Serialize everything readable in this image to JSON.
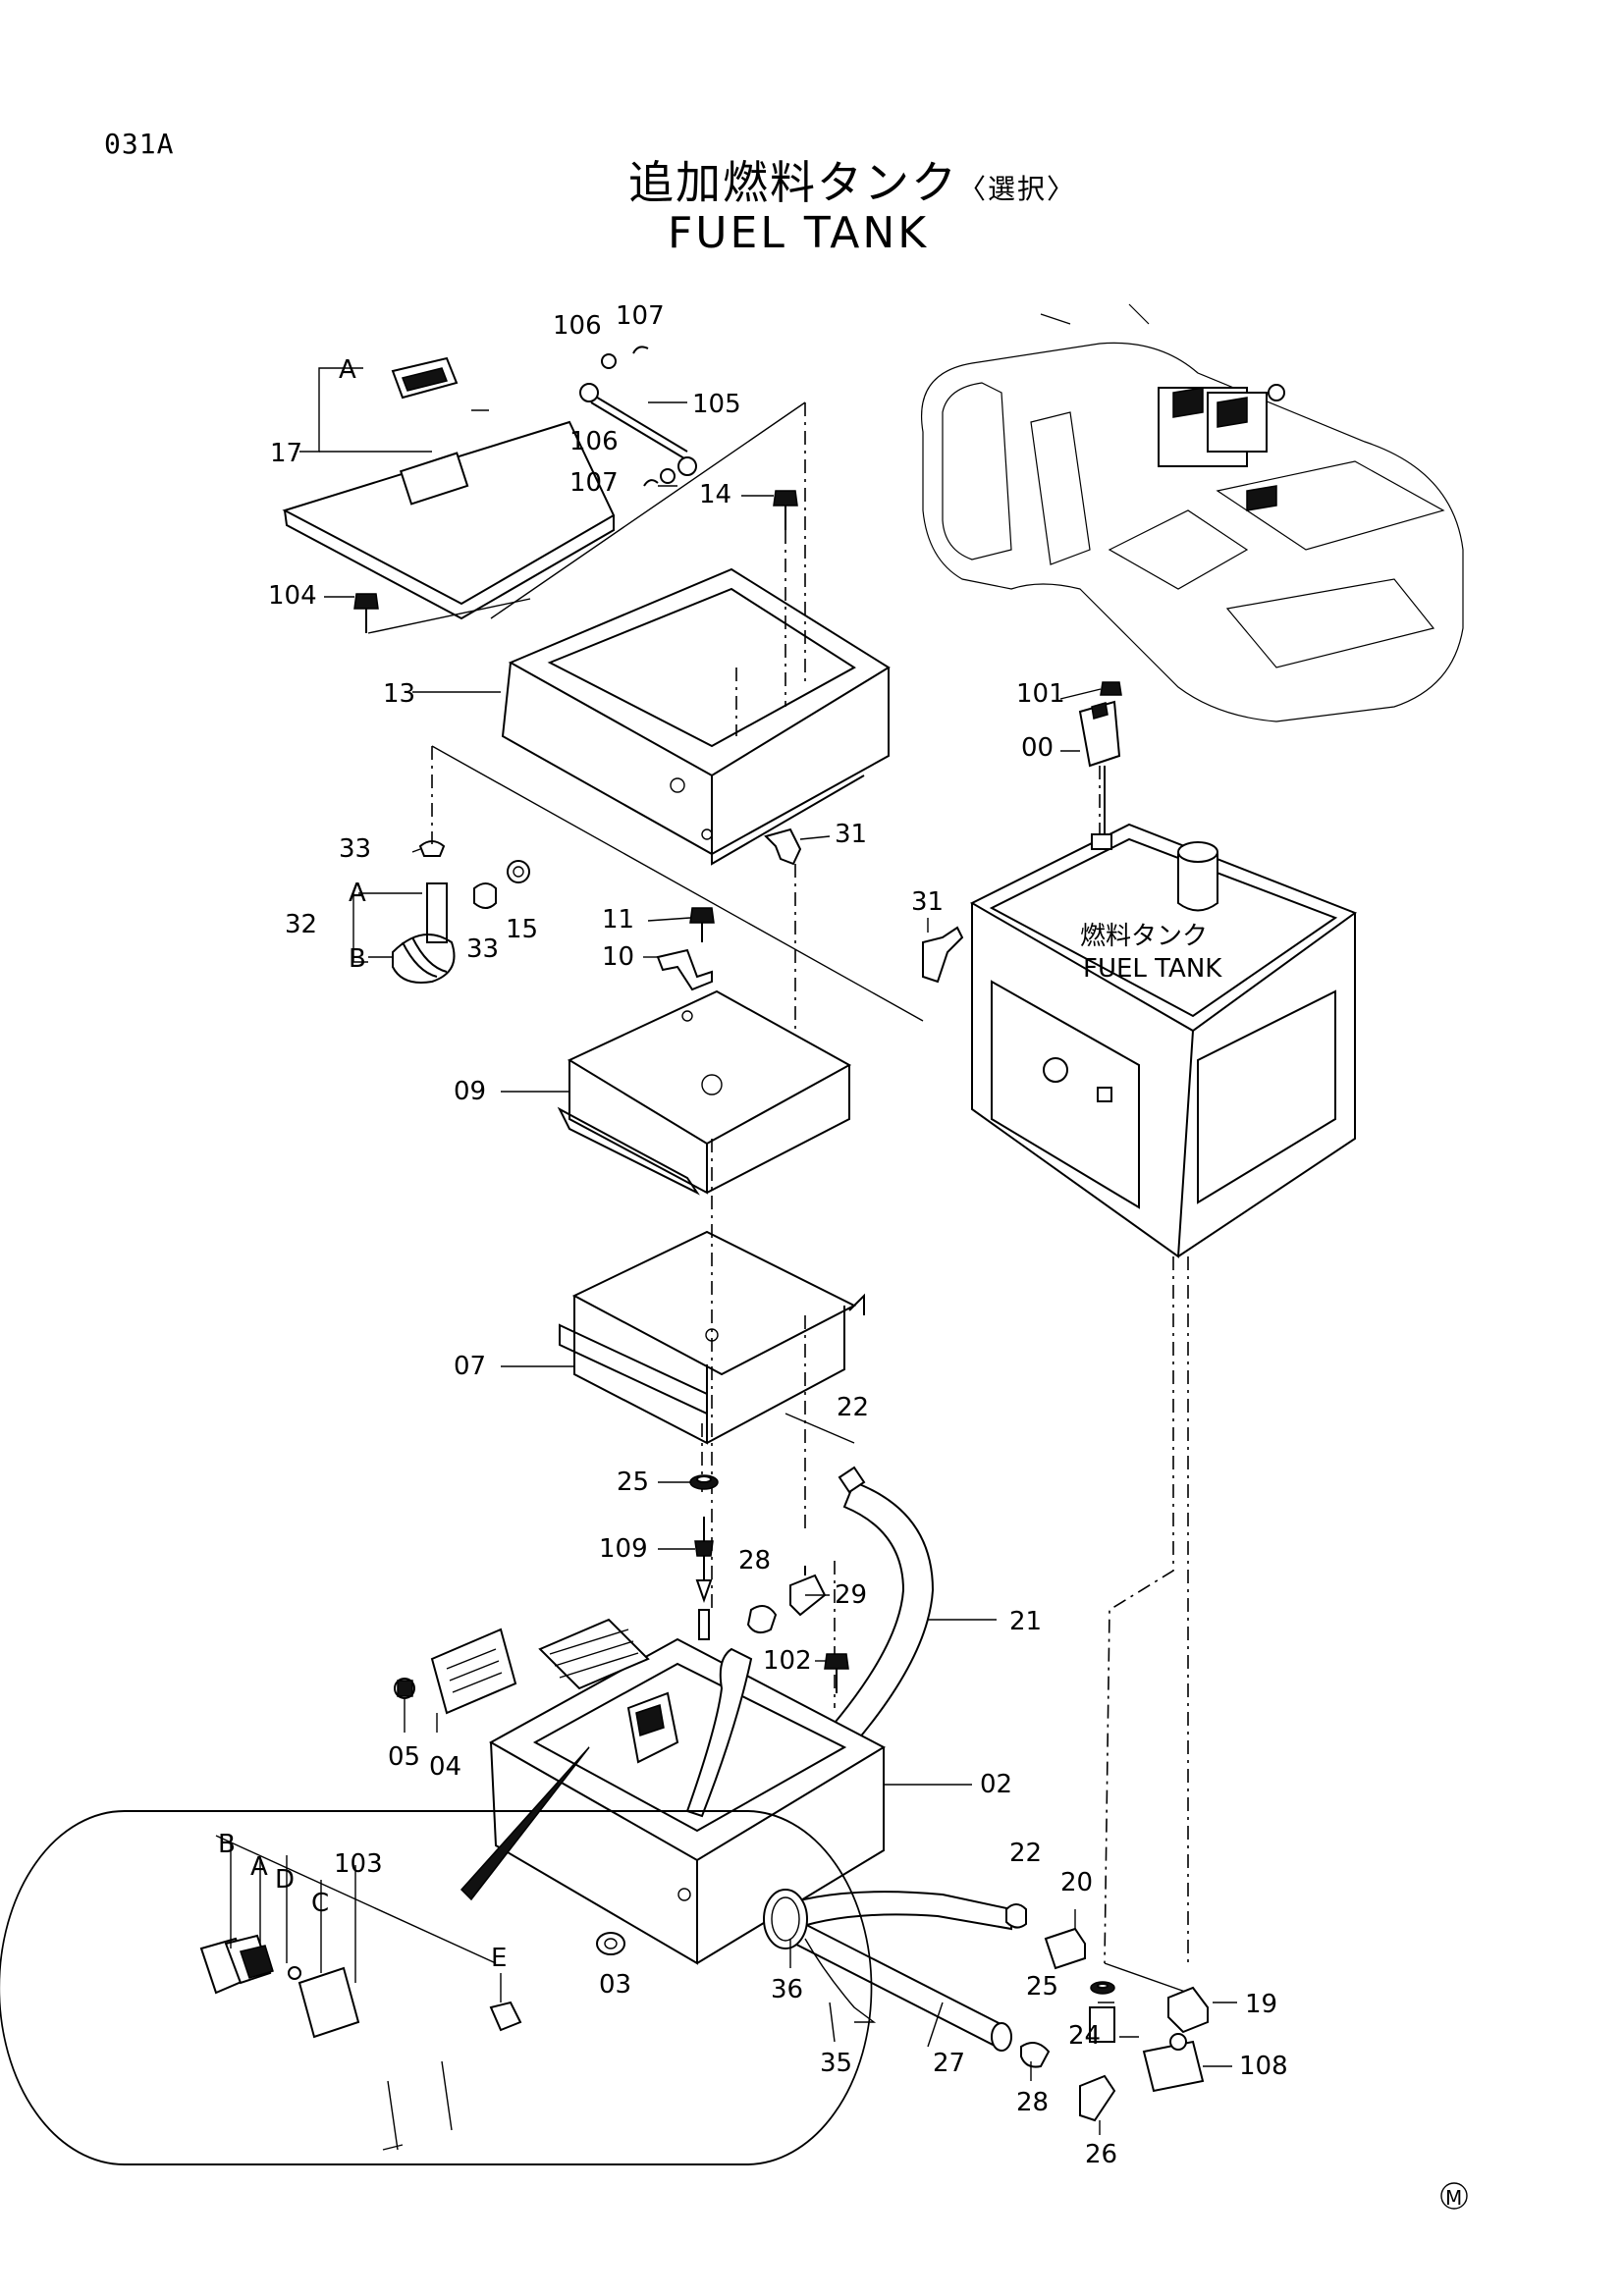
{
  "page_code": "031A",
  "title_jp": "追加燃料タンク",
  "title_option": "〈選択〉",
  "title_en": "FUEL TANK",
  "tank_label_jp": "燃料タンク",
  "tank_label_en": "FUEL TANK",
  "callouts": {
    "c106a": "106",
    "c107a": "107",
    "c105": "105",
    "c106b": "106",
    "c107b": "107",
    "c17": "17",
    "cA1": "A",
    "c14": "14",
    "c104": "104",
    "c13": "13",
    "c101": "101",
    "c00": "00",
    "c33a": "33",
    "cA2": "A",
    "c32": "32",
    "cB1": "B",
    "c33b": "33",
    "c15": "15",
    "c31a": "31",
    "c31b": "31",
    "c11": "11",
    "c10": "10",
    "c09": "09",
    "c07": "07",
    "c22a": "22",
    "c25a": "25",
    "c109": "109",
    "c28a": "28",
    "c29": "29",
    "c21": "21",
    "c102": "102",
    "c05": "05",
    "c04": "04",
    "c02": "02",
    "cB2": "B",
    "cA3": "A",
    "cD": "D",
    "cC": "C",
    "c103": "103",
    "cE": "E",
    "c03": "03",
    "c22b": "22",
    "c20": "20",
    "c25b": "25",
    "c19": "19",
    "c24": "24",
    "c108": "108",
    "c36": "36",
    "c35": "35",
    "c27": "27",
    "c28b": "28",
    "c26": "26"
  },
  "mark": "M"
}
